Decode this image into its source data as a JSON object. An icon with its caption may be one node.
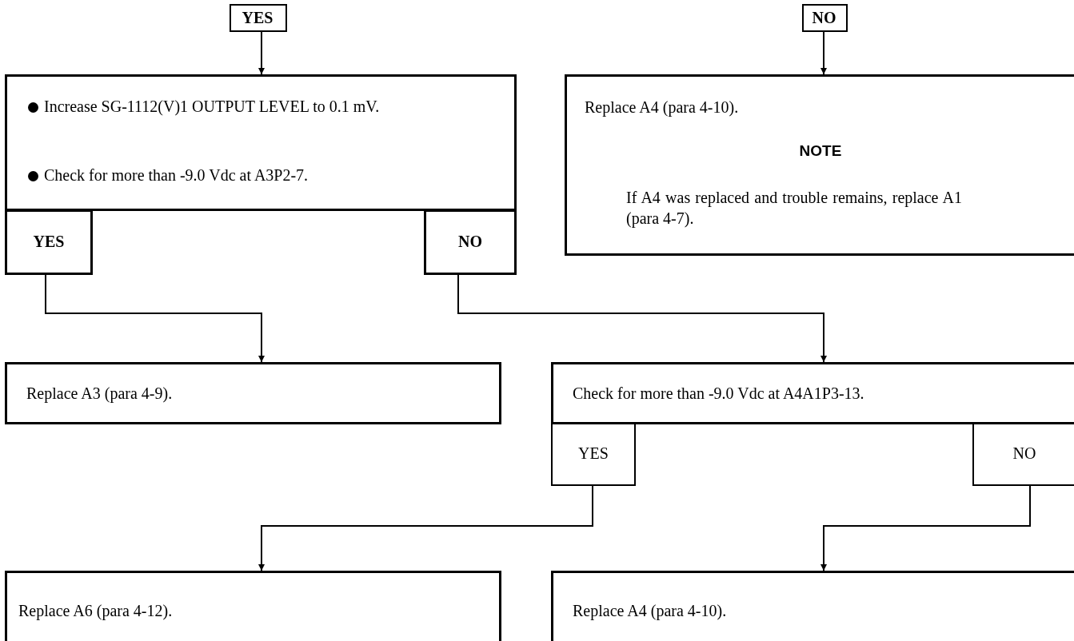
{
  "diagram": {
    "nodes": [
      {
        "text": [
          "YES"
        ]
      },
      {
        "text": [
          "NO"
        ]
      },
      {
        "text": [
          "Increase SG-1112(V)1 OUTPUT LEVEL to 0.1 mV.",
          "Check for more than -9.0 Vdc at A3P2-7."
        ]
      },
      {
        "text": [
          "YES"
        ]
      },
      {
        "text": [
          "NO"
        ]
      },
      {
        "text": [
          "Replace A4 (para 4-10).",
          "NOTE",
          "If A4 was replaced and trouble remains, replace A1 (para 4-7)."
        ]
      },
      {
        "text": [
          "Replace A3 (para 4-9)."
        ]
      },
      {
        "text": [
          "Check for more than -9.0 Vdc at A4A1P3-13."
        ]
      },
      {
        "text": [
          "YES"
        ]
      },
      {
        "text": [
          "NO"
        ]
      },
      {
        "text": [
          "Replace A6 (para 4-12)."
        ]
      },
      {
        "text": [
          "Replace A4 (para 4-10)."
        ]
      }
    ],
    "edges": [
      {
        "from": 0,
        "to": 2,
        "arrow": "to"
      },
      {
        "from": 1,
        "to": 5,
        "arrow": "to"
      },
      {
        "from": 3,
        "to": 6,
        "arrow": "to"
      },
      {
        "from": 4,
        "to": 7,
        "arrow": "to"
      },
      {
        "from": 8,
        "to": 10,
        "arrow": "to"
      },
      {
        "from": 9,
        "to": 11,
        "arrow": "to"
      }
    ]
  }
}
